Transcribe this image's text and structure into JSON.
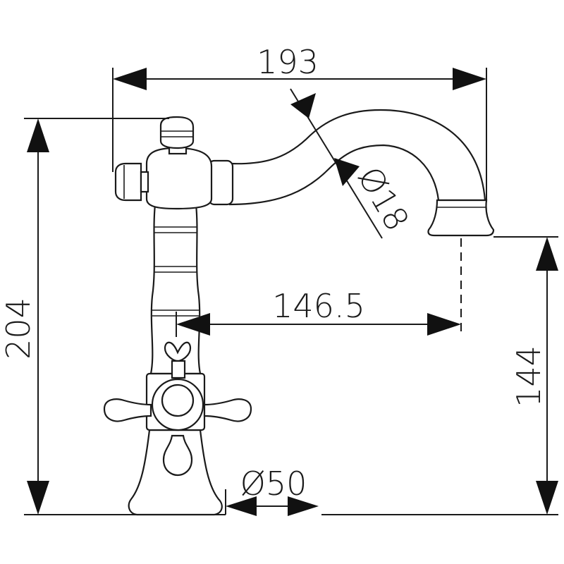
{
  "dimensions": {
    "overall_width": "193",
    "overall_height": "204",
    "spout_reach": "146.5",
    "spout_height": "144",
    "spout_diameter": "Ø18",
    "base_diameter": "Ø50"
  }
}
